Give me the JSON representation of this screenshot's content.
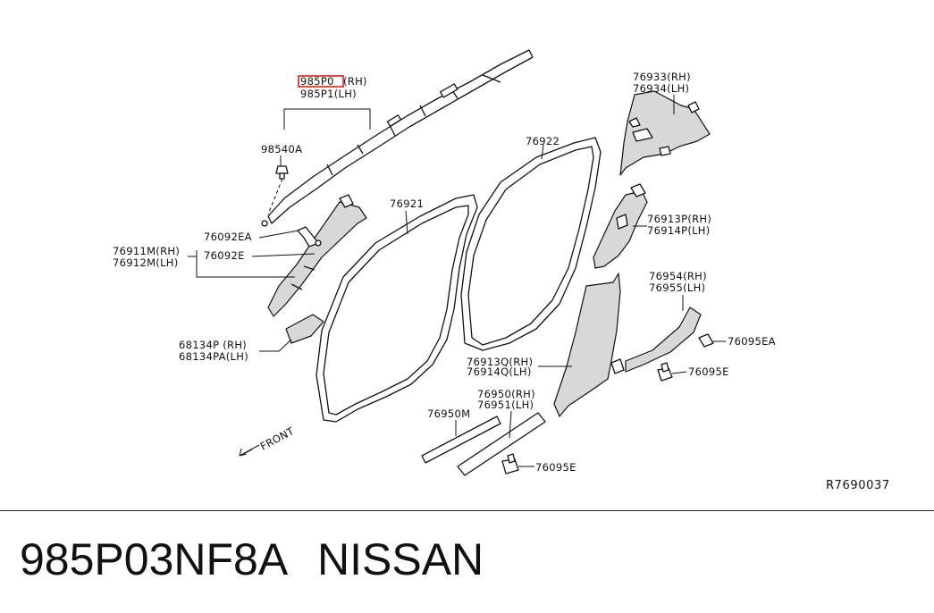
{
  "diagram": {
    "highlighted_label": "985P0",
    "labels": {
      "airbag_rh_suffix": "(RH)",
      "airbag_lh": "985P1(LH)",
      "clip_98540a": "98540A",
      "clip_76092ea": "76092EA",
      "clip_76092e": "76092E",
      "front_pillar_rh": "76911M(RH)",
      "front_pillar_lh": "76912M(LH)",
      "panel_68134p": "68134P (RH)",
      "panel_68134pa": "68134PA(LH)",
      "front_seal": "76921",
      "rear_seal": "76922",
      "rear_pillar_rh": "76933(RH)",
      "rear_pillar_lh": "76934(LH)",
      "center_pillar_upper_rh": "76913P(RH)",
      "center_pillar_upper_lh": "76914P(LH)",
      "rear_sill_rh": "76954(RH)",
      "rear_sill_lh": "76955(LH)",
      "center_pillar_lower_rh": "76913Q(RH)",
      "center_pillar_lower_lh": "76914Q(LH)",
      "clip_76095ea": "76095EA",
      "clip_76095e_a": "76095E",
      "clip_76095e_b": "76095E",
      "front_sill": "76950M",
      "sill_rh": "76950(RH)",
      "sill_lh": "76951(LH)",
      "front_direction": "FRONT",
      "reference": "R7690037"
    },
    "colors": {
      "highlight": "#d81e1e",
      "line": "#111111",
      "shade": "#d8d8d8"
    }
  },
  "caption": {
    "part_number": "985P03NF8A",
    "brand": "NISSAN"
  }
}
